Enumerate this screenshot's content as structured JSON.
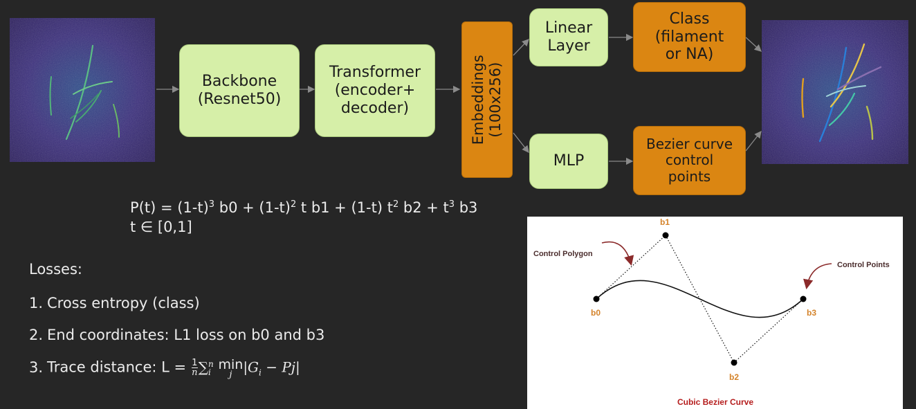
{
  "colors": {
    "background": "#262626",
    "green_box": "#d6efa8",
    "orange_box": "#db8612",
    "arrow": "#8a8a8a",
    "bezier_label_orange": "#d4832a",
    "bezier_title_red": "#b51d1d",
    "bezier_annotation": "#4a2c2c"
  },
  "images": {
    "input": {
      "name": "input-filament-image",
      "content": "noisy microscopy image with green filaments"
    },
    "output": {
      "name": "output-filament-image",
      "content": "microscopy image with colored traced filaments"
    }
  },
  "pipeline": {
    "backbone": "Backbone\n(Resnet50)",
    "transformer": "Transformer\n(encoder+\ndecoder)",
    "embeddings": "Embeddings\n(100x256)",
    "linear": "Linear\nLayer",
    "class_out": "Class\n(filament\nor NA)",
    "mlp": "MLP",
    "bezier_out": "Bezier curve\ncontrol\npoints"
  },
  "formula": {
    "p_prefix": "P(t) = (1-t)",
    "exp3": "3",
    "b0": " b0 + (1-t)",
    "exp2": "2",
    "t_b1": " t b1 + (1-t) t",
    "b2_part": " b2 + t",
    "b3_part": " b3",
    "domain": "t ∈ [0,1]"
  },
  "losses": {
    "title": "Losses:",
    "items": [
      {
        "num": "1.",
        "text": "Cross entropy (class)"
      },
      {
        "num": "2.",
        "text": "End coordinates: L1 loss on b0 and b3"
      },
      {
        "num": "3.",
        "text": "Trace distance:  L = ",
        "frac_num": "1",
        "frac_den": "n",
        "sum": "∑",
        "sum_sup": "n",
        "sum_sub": "i",
        "min": "min",
        "min_sub": "j",
        "expr": "|G",
        "g_sub": "i",
        "tail": " − Pj|"
      }
    ]
  },
  "bezier_figure": {
    "b0": "b0",
    "b1": "b1",
    "b2": "b2",
    "b3": "b3",
    "control_polygon": "Control Polygon",
    "control_points": "Control Points",
    "caption": "Cubic Bezier Curve"
  }
}
